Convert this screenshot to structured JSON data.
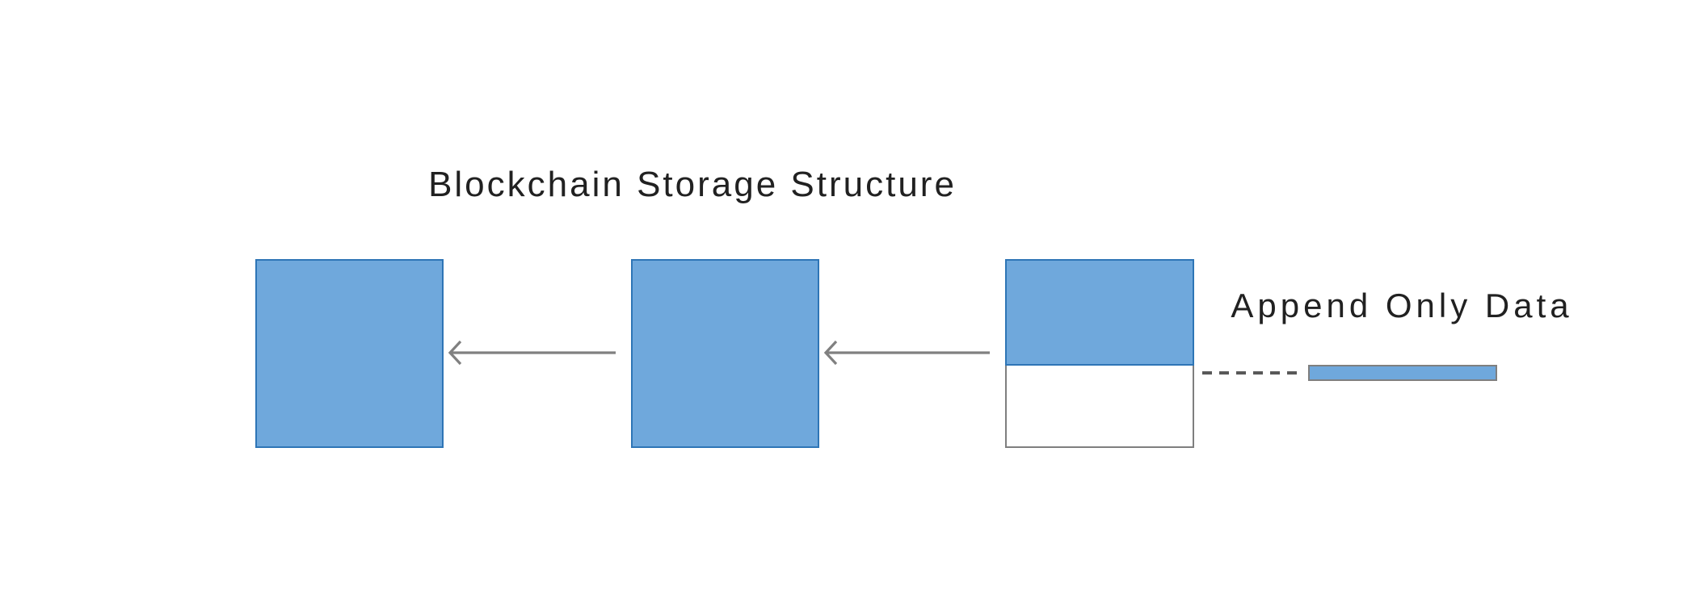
{
  "diagram": {
    "title": "Blockchain Storage Structure",
    "annotation_label": "Append Only Data",
    "blocks": [
      {
        "id": "block-1",
        "state": "full"
      },
      {
        "id": "block-2",
        "state": "full"
      },
      {
        "id": "block-3",
        "state": "partially-filled"
      }
    ],
    "append_item": {
      "id": "append-data-bar",
      "state": "pending-append"
    }
  },
  "colors": {
    "background": "#ffffff",
    "block_fill": "#6FA8DC",
    "block_border": "#2E75B6",
    "empty_fill": "#ffffff",
    "gray_border": "#7F7F7F",
    "arrow": "#808080",
    "dash": "#595959",
    "text": "#212121"
  }
}
